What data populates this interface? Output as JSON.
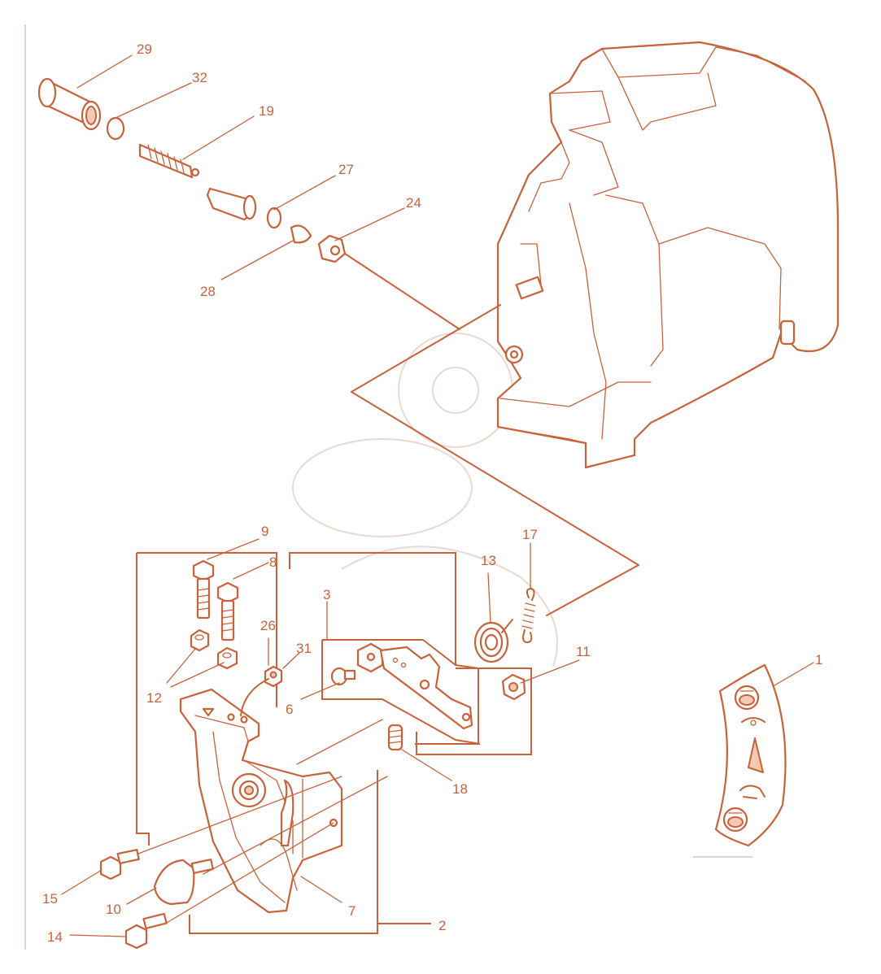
{
  "accent_color": "#c8623a",
  "callouts": {
    "c29": "29",
    "c32": "32",
    "c19": "19",
    "c27": "27",
    "c24": "24",
    "c28": "28",
    "c9": "9",
    "c8": "8",
    "c3": "3",
    "c13": "13",
    "c17": "17",
    "c26": "26",
    "c31": "31",
    "c11": "11",
    "c1": "1",
    "c12": "12",
    "c6": "6",
    "c18": "18",
    "c15": "15",
    "c10": "10",
    "c7": "7",
    "c2": "2",
    "c14": "14"
  },
  "decal_icons": [
    "tortoise-icon",
    "choke-icon",
    "throttle-wedge-icon",
    "hare-icon",
    "stop-icon"
  ]
}
